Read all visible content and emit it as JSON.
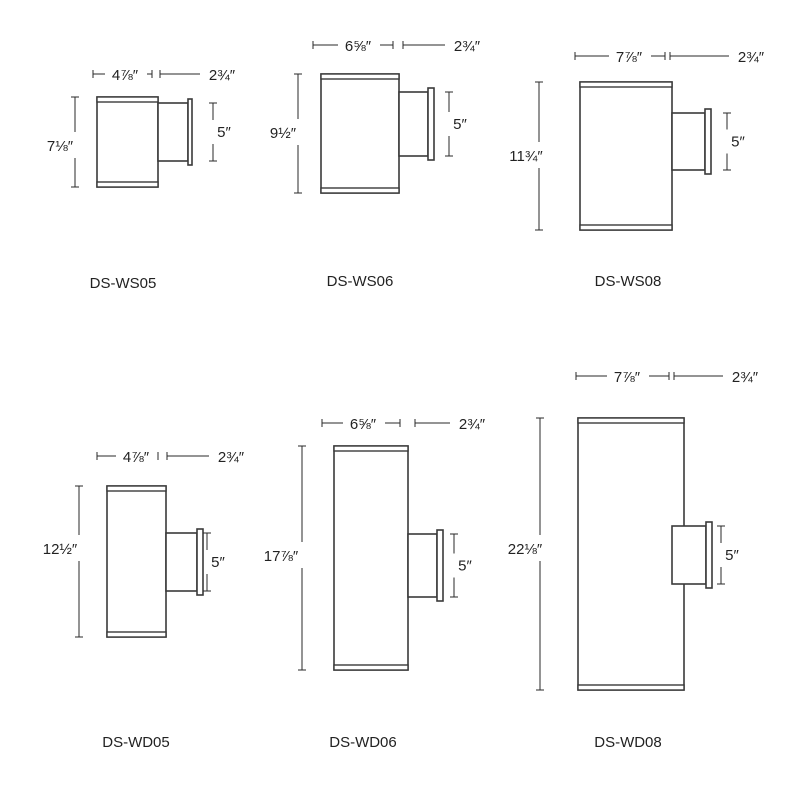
{
  "fixtures": [
    {
      "model": "DS-WS05",
      "width": "4⅞″",
      "depth": "2¾″",
      "height": "7⅛″",
      "mount": "5″"
    },
    {
      "model": "DS-WS06",
      "width": "6⅝″",
      "depth": "2¾″",
      "height": "9½″",
      "mount": "5″"
    },
    {
      "model": "DS-WS08",
      "width": "7⅞″",
      "depth": "2¾″",
      "height": "11¾″",
      "mount": "5″"
    },
    {
      "model": "DS-WD05",
      "width": "4⅞″",
      "depth": "2¾″",
      "height": "12½″",
      "mount": "5″"
    },
    {
      "model": "DS-WD06",
      "width": "6⅝″",
      "depth": "2¾″",
      "height": "17⅞″",
      "mount": "5″"
    },
    {
      "model": "DS-WD08",
      "width": "7⅞″",
      "depth": "2¾″",
      "height": "22⅛″",
      "mount": "5″"
    }
  ],
  "colors": {
    "line": "#3a3a3a",
    "text": "#222222",
    "background": "#ffffff"
  }
}
